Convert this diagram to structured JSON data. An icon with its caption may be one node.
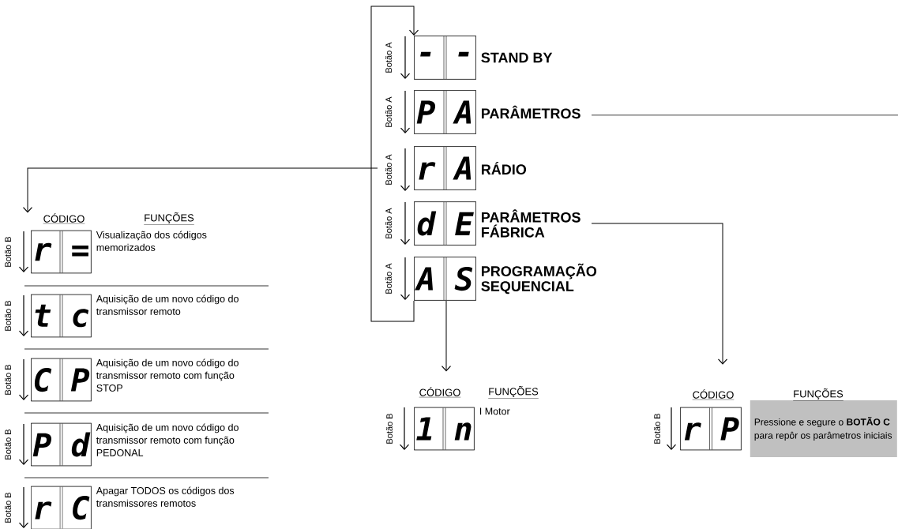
{
  "diagram": {
    "nodes": [
      {
        "text": [
          "- -",
          "STAND BY"
        ]
      },
      {
        "text": [
          "P A",
          "PARÂMETROS"
        ]
      },
      {
        "text": [
          "r A",
          "RÁDIO"
        ]
      },
      {
        "text": [
          "d E",
          "PARÂMETROS FÁBRICA"
        ]
      },
      {
        "text": [
          "A S",
          "PROGRAMAÇÃO SEQUENCIAL"
        ]
      },
      {
        "text": [
          "r =",
          "Visualização dos códigos memorizados"
        ]
      },
      {
        "text": [
          "t c",
          "Aquisição de um novo código do transmissor remoto"
        ]
      },
      {
        "text": [
          "C P",
          "Aquisição de um novo código do transmissor remoto com função STOP"
        ]
      },
      {
        "text": [
          "P d",
          "Aquisição de um novo código do transmissor remoto com função PEDONAL"
        ]
      },
      {
        "text": [
          "r C",
          "Apagar TODOS os códigos dos transmissores remotos"
        ]
      },
      {
        "text": [
          "1 n",
          "I Motor"
        ]
      },
      {
        "text": [
          "r P",
          "Pressione e segure o **BOTÃO C** para repôr os parâmetros iniciais"
        ]
      }
    ],
    "edges": [
      {
        "from": 4,
        "to": 0,
        "arrow": "to"
      },
      {
        "from": 1,
        "to": null,
        "arrow": "none"
      },
      {
        "from": 2,
        "to": 5,
        "arrow": "to"
      },
      {
        "from": 4,
        "to": 10,
        "arrow": "to"
      },
      {
        "from": 3,
        "to": 11,
        "arrow": "to"
      }
    ],
    "labels": [
      "Botão A",
      "Botão A",
      "Botão A",
      "Botão A",
      "Botão A",
      "CÓDIGO",
      "FUNÇÕES",
      "Botão B",
      "Botão B",
      "Botão B",
      "Botão B",
      "Botão B",
      "CÓDIGO",
      "FUNÇÕES",
      "Botão B",
      "CÓDIGO",
      "FUNÇÕES",
      "Botão B"
    ]
  }
}
